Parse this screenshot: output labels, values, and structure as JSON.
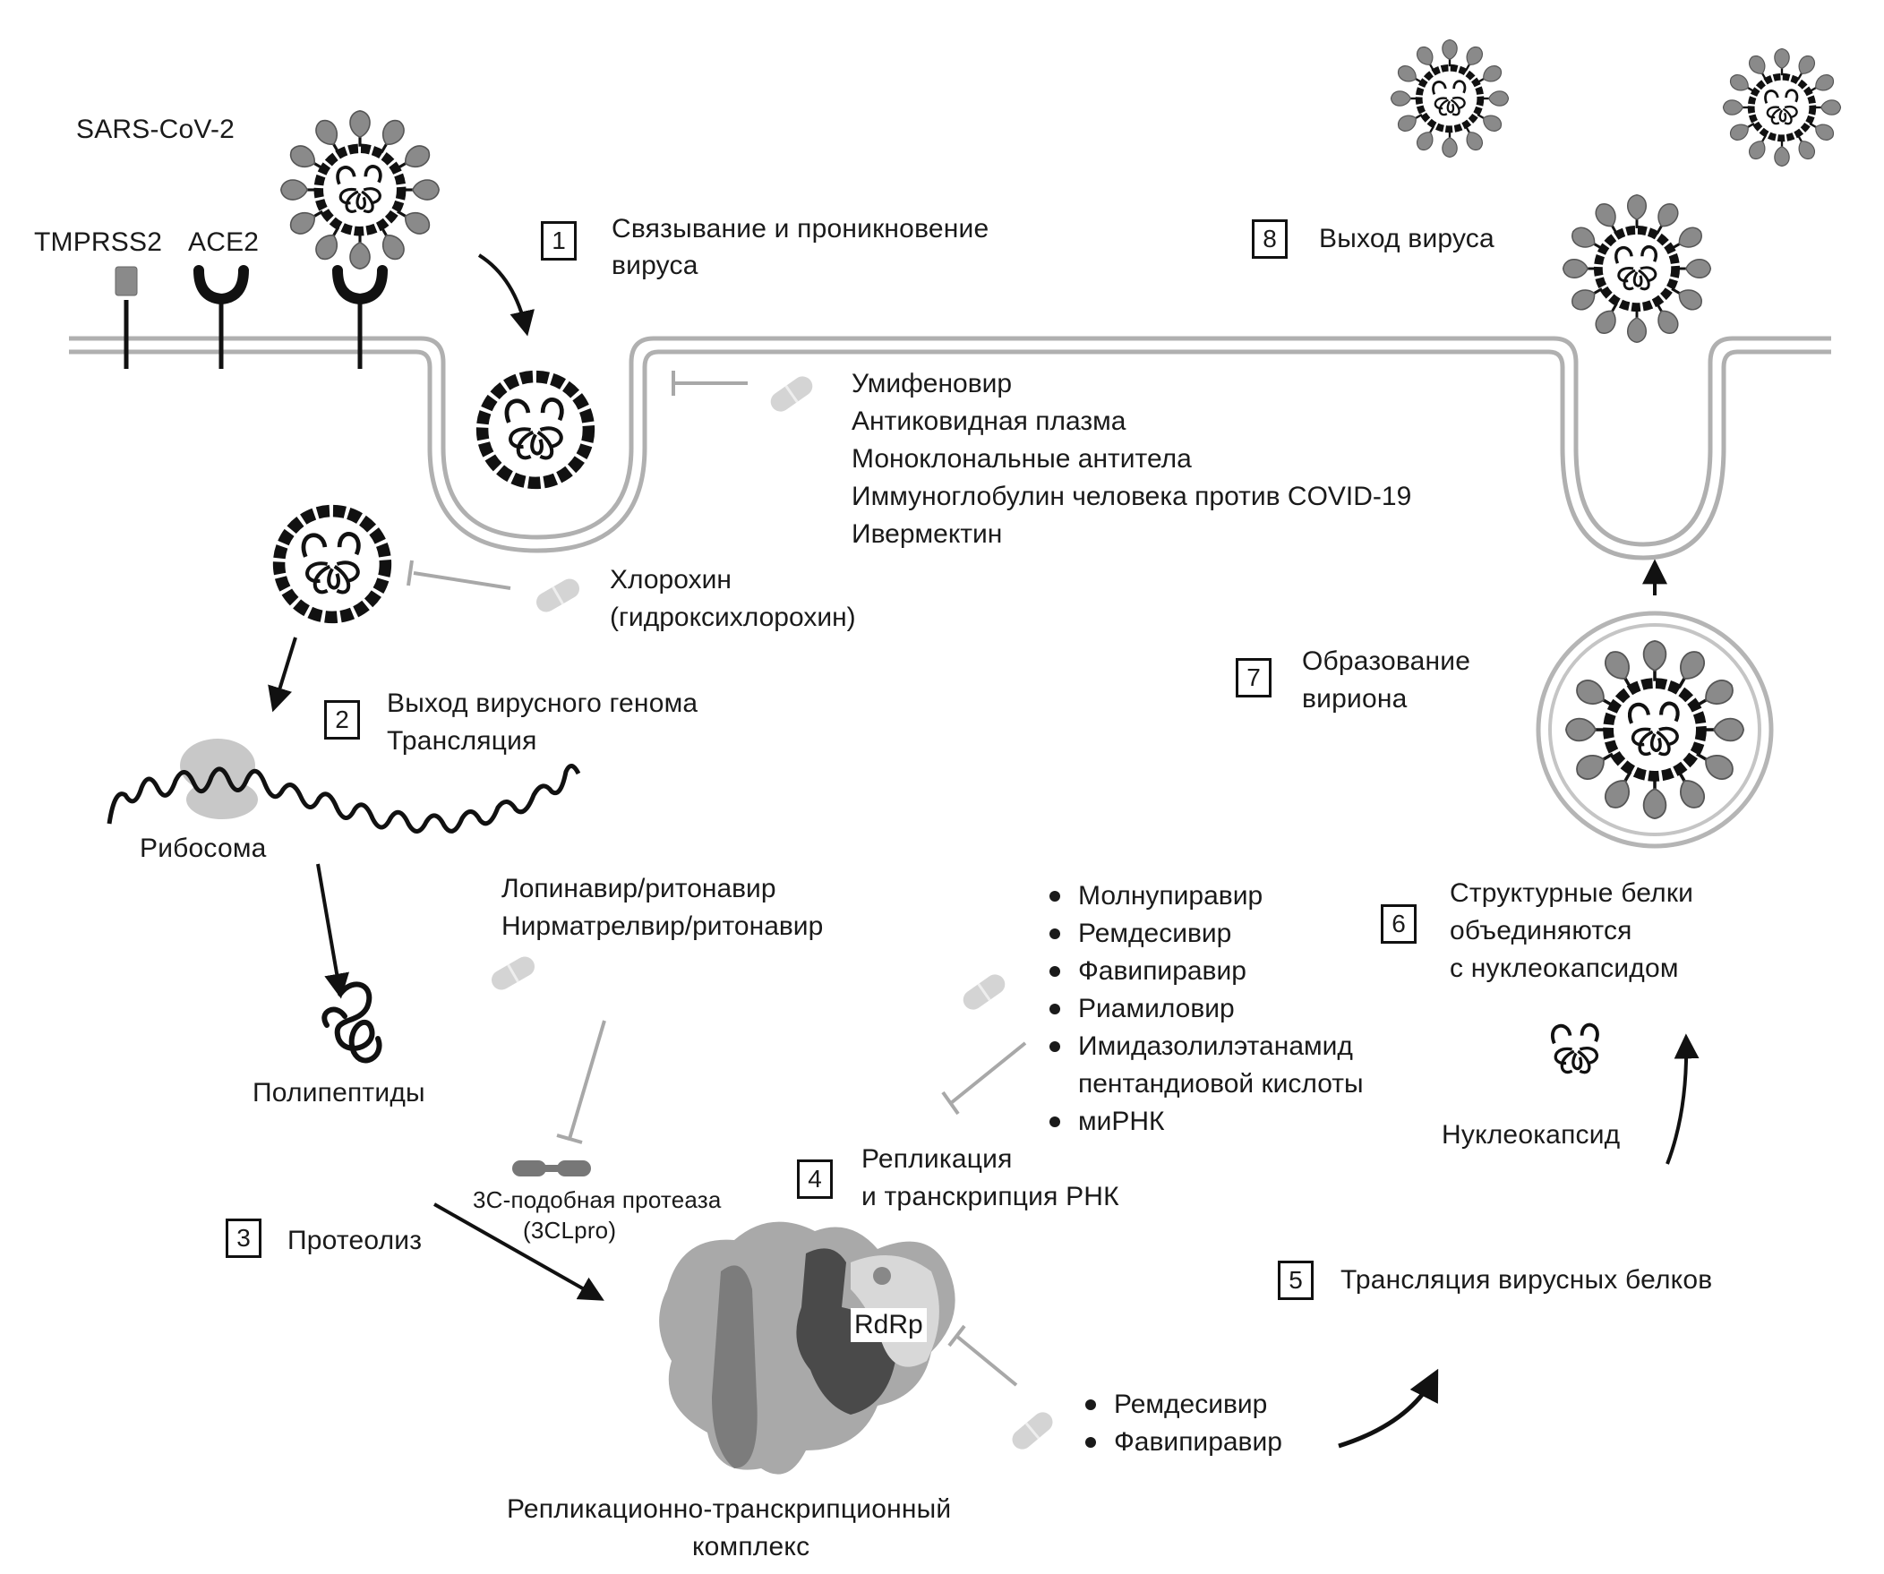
{
  "diagram": {
    "title_label": "SARS-CoV-2",
    "receptors": {
      "tmprss2": "TMPRSS2",
      "ace2": "ACE2"
    },
    "steps": [
      {
        "number": "1",
        "label_lines": [
          "Связывание и проникновение",
          "вируса"
        ]
      },
      {
        "number": "2",
        "label_lines": [
          "Выход вирусного генома",
          "Трансляция"
        ]
      },
      {
        "number": "3",
        "label_lines": [
          "Протеолиз"
        ]
      },
      {
        "number": "4",
        "label_lines": [
          "Репликация",
          "и транскрипция РНК"
        ]
      },
      {
        "number": "5",
        "label_lines": [
          "Трансляция вирусных белков"
        ]
      },
      {
        "number": "6",
        "label_lines": [
          "Структурные белки",
          "объединяются",
          "с нуклеокапсидом"
        ]
      },
      {
        "number": "7",
        "label_lines": [
          "Образование",
          "вириона"
        ]
      },
      {
        "number": "8",
        "label_lines": [
          "Выход вируса"
        ]
      }
    ],
    "drug_groups": {
      "entry_inhibitors": [
        "Умифеновир",
        "Антиковидная плазма",
        "Моноклональные антитела",
        "Иммуноглобулин человека против COVID-19",
        "Ивермектин"
      ],
      "endosome_inhibitors": [
        "Хлорохин",
        "(гидроксихлорохин)"
      ],
      "protease_inhibitors": [
        "Лопинавир/ритонавир",
        "Нирматрелвир/ритонавир"
      ],
      "replication_inhibitors": [
        {
          "bullet": true,
          "text": "Молнупиравир"
        },
        {
          "bullet": true,
          "text": "Ремдесивир"
        },
        {
          "bullet": true,
          "text": "Фавипиравир"
        },
        {
          "bullet": true,
          "text": "Риамиловир"
        },
        {
          "bullet": true,
          "text": "Имидазолилэтанамид"
        },
        {
          "bullet": false,
          "text": "пентандиовой кислоты"
        },
        {
          "bullet": true,
          "text": "миРНК"
        }
      ],
      "rdrp_inhibitors": [
        {
          "bullet": true,
          "text": "Ремдесивир"
        },
        {
          "bullet": true,
          "text": "Фавипиравир"
        }
      ]
    },
    "structures": {
      "ribosome": "Рибосома",
      "polypeptides": "Полипептиды",
      "protease_lines": [
        "3С-подобная протеаза",
        "(3CLpro)"
      ],
      "rdrp": "RdRp",
      "complex_lines": [
        "Репликационно-транскрипционный",
        "комплекс"
      ],
      "nucleocapsid": "Нуклеокапсид"
    },
    "colors": {
      "ink": "#111111",
      "spike": "#8a8a8a",
      "membrane": "#b0b0b0",
      "pill": "#d4d4d4",
      "inhibitor_line": "#a8a8a8"
    }
  }
}
